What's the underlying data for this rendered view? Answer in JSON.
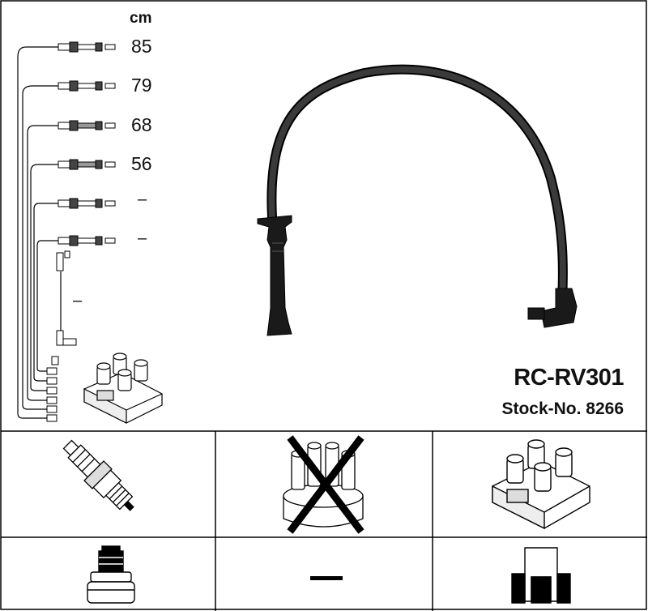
{
  "header": {
    "unit": "cm"
  },
  "leads": [
    {
      "length": "85"
    },
    {
      "length": "79"
    },
    {
      "length": "68"
    },
    {
      "length": "56"
    },
    {
      "length": "–"
    },
    {
      "length": "–"
    },
    {
      "length": "–"
    }
  ],
  "product": {
    "model": "RC-RV301",
    "stock": "Stock-No. 8266"
  },
  "components": [
    {
      "icon": "spark-plug-icon"
    },
    {
      "icon": "distributor-cap-crossed-icon"
    },
    {
      "icon": "ignition-coil-icon"
    },
    {
      "icon": "plug-connector-icon"
    },
    {
      "icon": "dash-icon",
      "text": "—"
    },
    {
      "icon": "coil-terminal-icon"
    }
  ],
  "colors": {
    "ink": "#000000",
    "cable": "#2a2a2a",
    "background": "#ffffff"
  }
}
